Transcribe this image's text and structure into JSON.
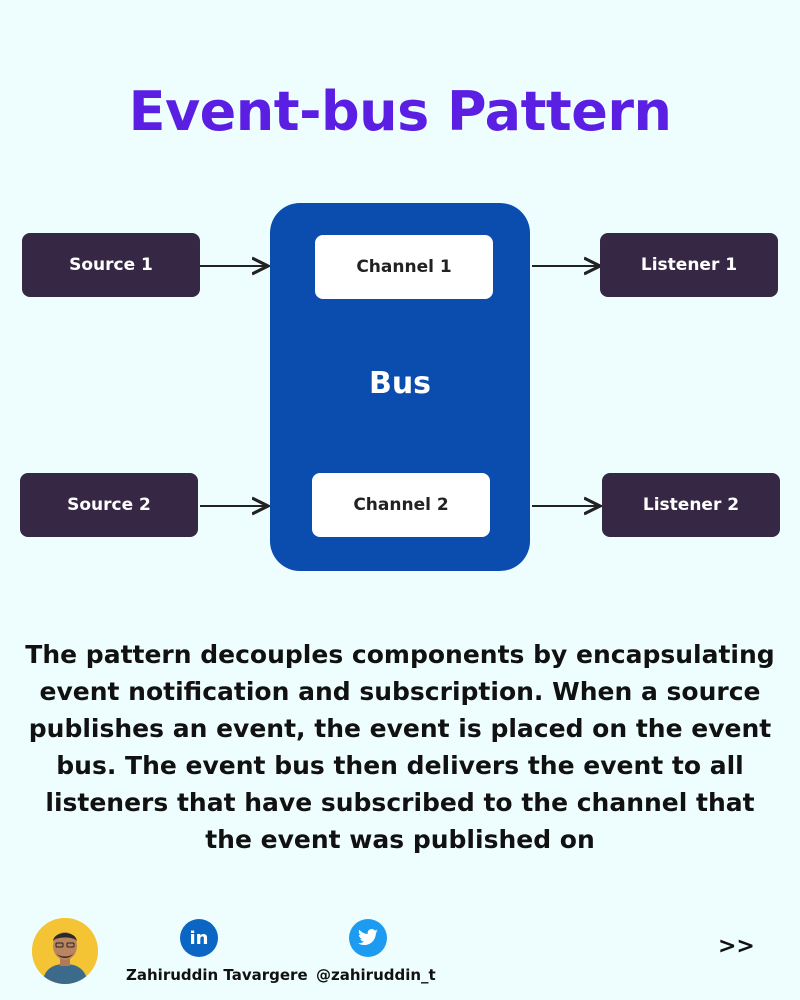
{
  "title": "Event-bus Pattern",
  "diagram": {
    "sources": [
      "Source 1",
      "Source 2"
    ],
    "channels": [
      "Channel 1",
      "Channel 2"
    ],
    "listeners": [
      "Listener 1",
      "Listener 2"
    ],
    "bus_label": "Bus"
  },
  "description": "The pattern decouples components by encapsulating event notification and subscription.  When a source publishes an event, the event is placed on the event bus. The event bus then delivers the event to all listeners that have subscribed to the channel that the event was published on",
  "footer": {
    "author_name": "Zahiruddin Tavargere",
    "twitter_handle": "@zahiruddin_t",
    "next_label": ">>",
    "linkedin_icon": "linkedin-icon",
    "twitter_icon": "twitter-icon"
  },
  "colors": {
    "title": "#5b1ee3",
    "node": "#362845",
    "bus": "#0a4dae",
    "background": "#eefefe"
  }
}
